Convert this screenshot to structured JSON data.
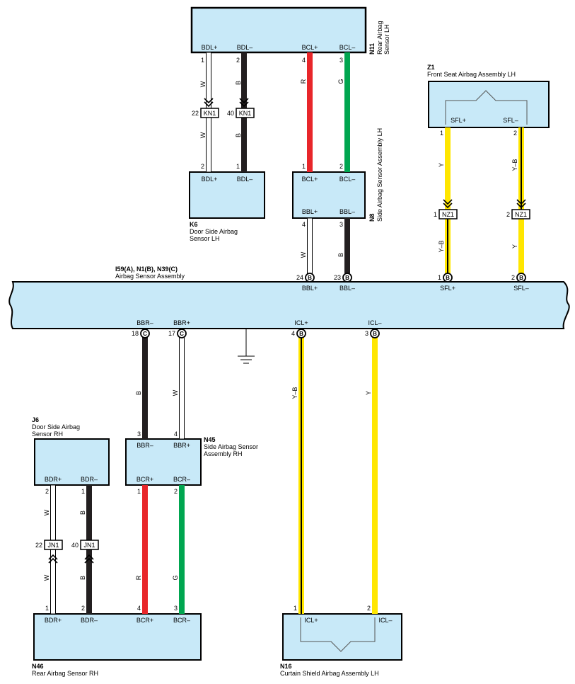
{
  "colors": {
    "component_fill": "#c8e9f8",
    "outline": "#000000",
    "wire_white": "#ffffff",
    "wire_black": "#231f20",
    "wire_red": "#e8262a",
    "wire_green": "#00a650",
    "wire_yellow": "#ffe600"
  },
  "components": {
    "n11": {
      "code": "N11",
      "name_line1": "Rear Airbag",
      "name_line2": "Sensor LH",
      "pins": [
        "BDL+",
        "BDL–",
        "BCL+",
        "BCL–"
      ]
    },
    "k6": {
      "code": "K6",
      "name_line1": "Door Side Airbag",
      "name_line2": "Sensor LH",
      "pins": [
        "BDL+",
        "BDL–"
      ]
    },
    "n8": {
      "code": "N8",
      "name": "Side Airbag Sensor Assembly LH",
      "pins_top": [
        "BCL+",
        "BCL–"
      ],
      "pins_bottom": [
        "BBL+",
        "BBL–"
      ]
    },
    "z1": {
      "code": "Z1",
      "name": "Front Seat Airbag Assembly LH",
      "pins": [
        "SFL+",
        "SFL–"
      ]
    },
    "main": {
      "code": "I59(A), N1(B), N39(C)",
      "name": "Airbag Sensor Assembly",
      "pins_top": [
        "BBL+",
        "BBL–",
        "SFL+",
        "SFL–"
      ],
      "pins_bottom": [
        "BBR–",
        "BBR+",
        "ICL+",
        "ICL–"
      ]
    },
    "j6": {
      "code": "J6",
      "name_line1": "Door Side Airbag",
      "name_line2": "Sensor RH",
      "pins": [
        "BDR+",
        "BDR–"
      ]
    },
    "n45": {
      "code": "N45",
      "name_line1": "Side Airbag Sensor",
      "name_line2": "Assembly RH",
      "pins_top": [
        "BBR–",
        "BBR+"
      ],
      "pins_bottom": [
        "BCR+",
        "BCR–"
      ]
    },
    "n46": {
      "code": "N46",
      "name": "Rear Airbag Sensor RH",
      "pins": [
        "BDR+",
        "BDR–",
        "BCR+",
        "BCR–"
      ]
    },
    "n16": {
      "code": "N16",
      "name": "Curtain Shield Airbag Assembly LH",
      "pins": [
        "ICL+",
        "ICL–"
      ]
    }
  },
  "connectors": {
    "kn1": {
      "label": "KN1",
      "pins": [
        "22",
        "40"
      ]
    },
    "nz1": {
      "label": "NZ1",
      "pins": [
        "1",
        "2"
      ]
    },
    "jn1": {
      "label": "JN1",
      "pins": [
        "22",
        "40"
      ]
    }
  },
  "wires": {
    "bdl_plus": {
      "color": "W",
      "pin_top": "1",
      "pin_bottom": "2"
    },
    "bdl_minus": {
      "color": "B",
      "pin_top": "2",
      "pin_bottom": "1"
    },
    "bcl_plus": {
      "color": "R",
      "pin_top": "4",
      "pin_bottom": "1"
    },
    "bcl_minus": {
      "color": "G",
      "pin_top": "3",
      "pin_bottom": "2"
    },
    "bbl_plus": {
      "color": "W",
      "pin_top": "4",
      "pin_bottom": "24",
      "conn": "B"
    },
    "bbl_minus": {
      "color": "B",
      "pin_top": "3",
      "pin_bottom": "23",
      "conn": "B"
    },
    "sfl_plus": {
      "color_top": "Y",
      "color_bottom": "Y–B",
      "pin_top": "1",
      "pin_bottom": "1",
      "conn": "B"
    },
    "sfl_minus": {
      "color_top": "Y–B",
      "color_bottom": "Y",
      "pin_top": "2",
      "pin_bottom": "2",
      "conn": "B"
    },
    "bbr_minus": {
      "color": "B",
      "pin_top": "18",
      "pin_bottom": "3",
      "conn": "C"
    },
    "bbr_plus": {
      "color": "W",
      "pin_top": "17",
      "pin_bottom": "4",
      "conn": "C"
    },
    "icl_plus": {
      "color": "Y–B",
      "pin_top": "4",
      "pin_bottom": "1",
      "conn": "B"
    },
    "icl_minus": {
      "color": "Y",
      "pin_top": "3",
      "pin_bottom": "2",
      "conn": "B"
    },
    "bdr_plus": {
      "color": "W",
      "pin_top": "2",
      "pin_bottom": "1"
    },
    "bdr_minus": {
      "color": "B",
      "pin_top": "1",
      "pin_bottom": "2"
    },
    "bcr_plus": {
      "color": "R",
      "pin_top": "1",
      "pin_bottom": "4"
    },
    "bcr_minus": {
      "color": "G",
      "pin_top": "2",
      "pin_bottom": "3"
    }
  }
}
